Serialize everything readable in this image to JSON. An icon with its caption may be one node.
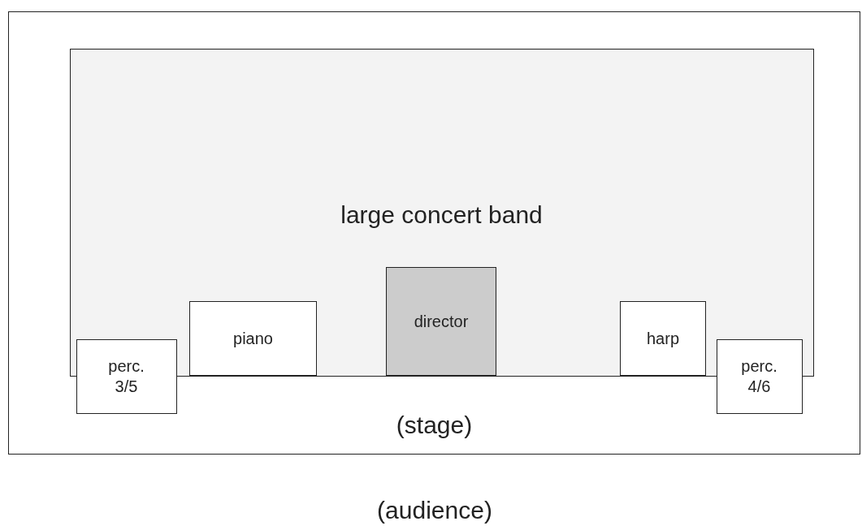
{
  "diagram": {
    "nodes": [
      {
        "text": [
          "(stage)"
        ]
      },
      {
        "text": [
          "large concert band"
        ],
        "in": 0
      },
      {
        "text": [
          "perc. 3/5"
        ],
        "in": 0
      },
      {
        "text": [
          "piano"
        ],
        "in": 1
      },
      {
        "text": [
          "director"
        ],
        "in": 1
      },
      {
        "text": [
          "harp"
        ],
        "in": 1
      },
      {
        "text": [
          "perc. 4/6"
        ],
        "in": 0
      }
    ],
    "edges": [],
    "labels": [
      "(audience)"
    ]
  }
}
